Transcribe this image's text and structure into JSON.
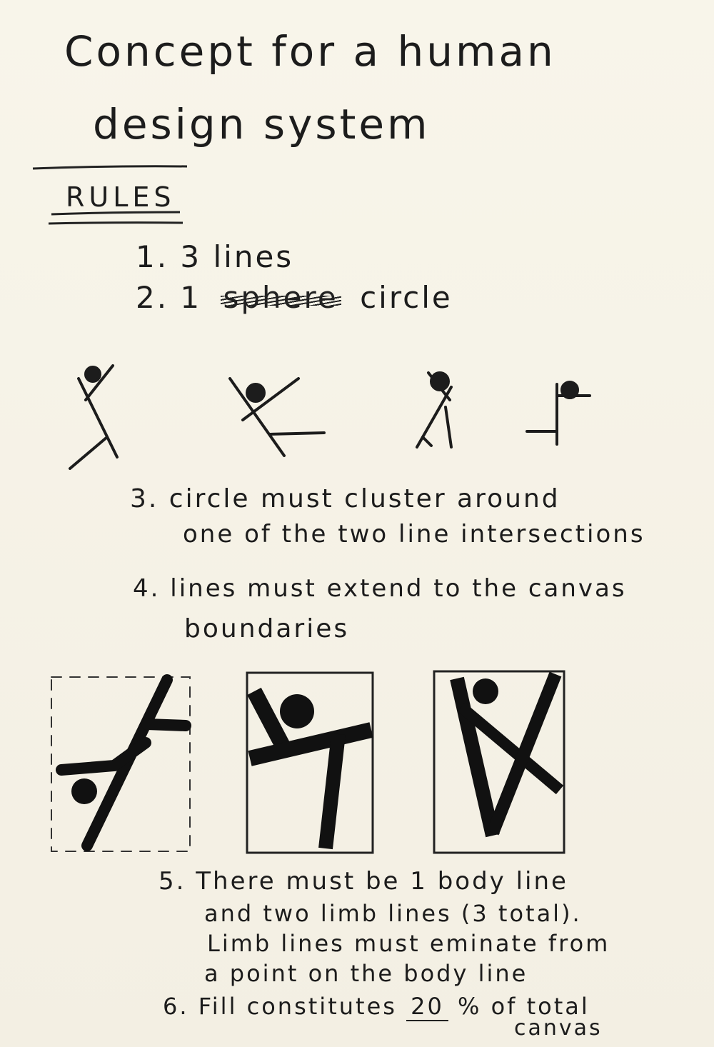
{
  "title": {
    "line1": "Concept  for  a  human",
    "line2": "design  system"
  },
  "rules_heading": "RULES",
  "rules": {
    "r1": "1.  3  lines",
    "r2_prefix": "2.  1",
    "r2_struck": "sphere",
    "r2_suffix": "circle",
    "r3_line1": "3. circle  must  cluster  around",
    "r3_line2": "one  of  the  two  line intersections",
    "r4_line1": "4. lines  must extend  to  the  canvas",
    "r4_line2": "boundaries",
    "r5_line1": "5.  There  must  be 1 body line",
    "r5_line2": "and  two  limb lines (3 total).",
    "r5_line3": "Limb lines  must  eminate from",
    "r5_line4": "a point  on  the  body  line",
    "r6_prefix": "6. Fill  constitutes",
    "r6_value": "20",
    "r6_suffix": "%  of  total",
    "r6_line2": "canvas"
  },
  "colors": {
    "paper": "#f6f2e6",
    "ink": "#1c1c1c"
  }
}
